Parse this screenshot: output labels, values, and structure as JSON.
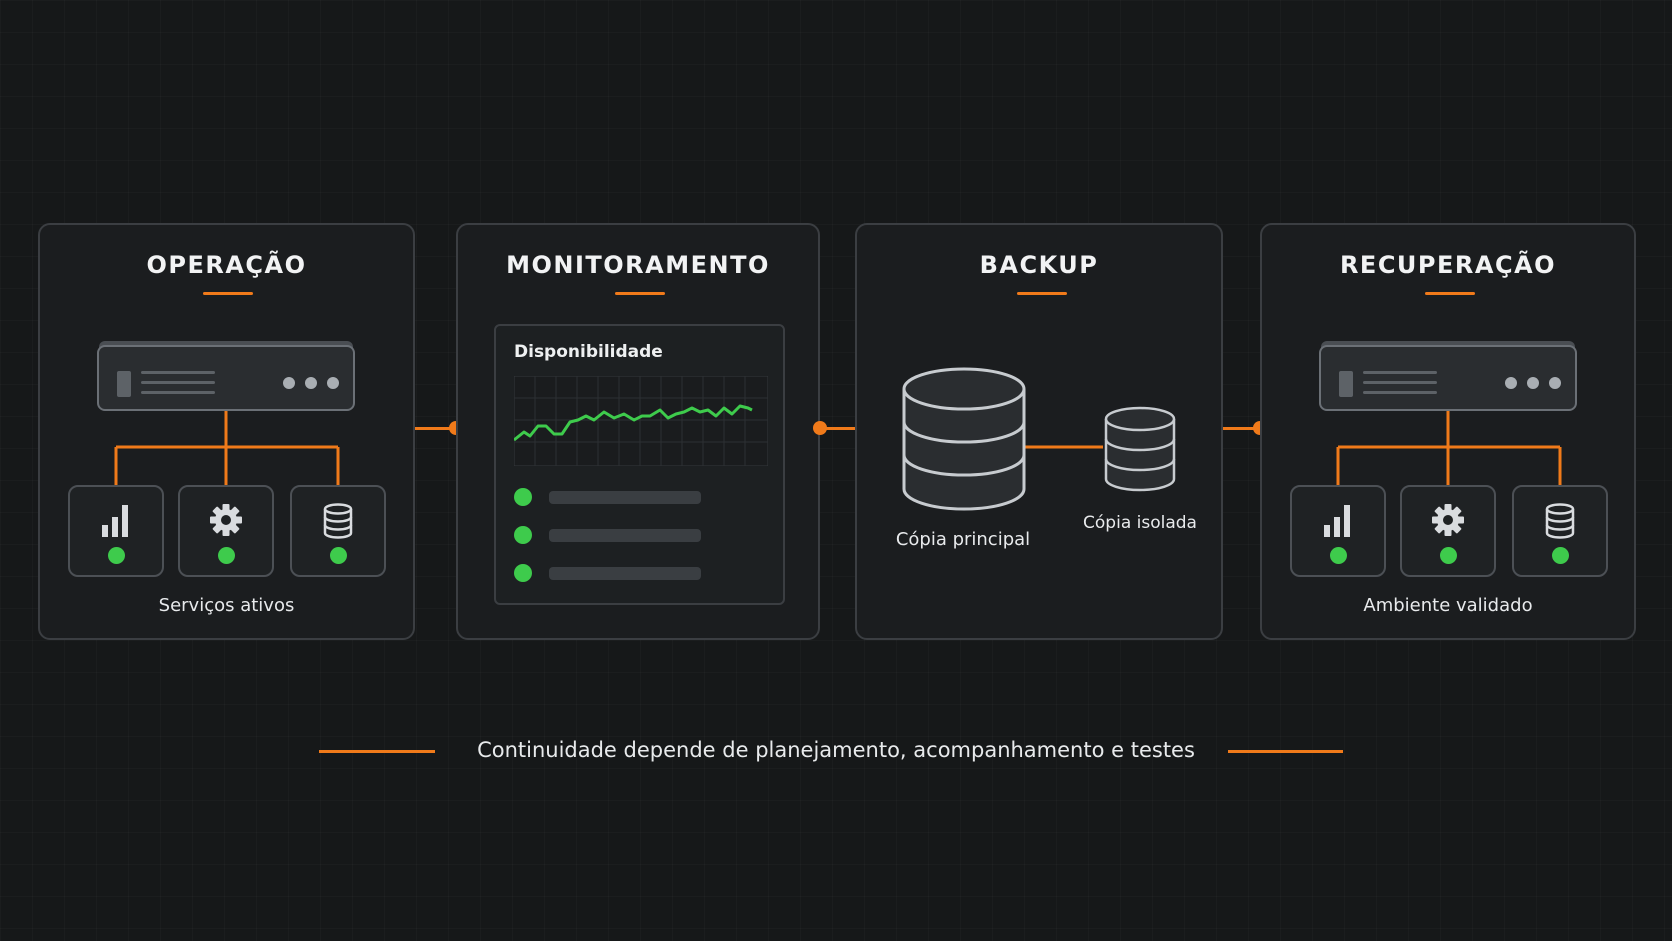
{
  "colors": {
    "accent": "#f07a1a",
    "status_ok": "#3ecb4c",
    "background": "#161819"
  },
  "panels": {
    "operacao": {
      "title": "OPERAÇÃO",
      "caption": "Serviços ativos",
      "services": [
        {
          "icon": "bar-chart-icon",
          "status": "active"
        },
        {
          "icon": "gear-icon",
          "status": "active"
        },
        {
          "icon": "database-icon",
          "status": "active"
        }
      ]
    },
    "monitoramento": {
      "title": "MONITORAMENTO",
      "card_title": "Disponibilidade",
      "list_items": 3
    },
    "backup": {
      "title": "BACKUP",
      "primary_label": "Cópia principal",
      "isolated_label": "Cópia isolada"
    },
    "recuperacao": {
      "title": "RECUPERAÇÃO",
      "caption": "Ambiente validado",
      "services": [
        {
          "icon": "bar-chart-icon",
          "status": "active"
        },
        {
          "icon": "gear-icon",
          "status": "active"
        },
        {
          "icon": "database-icon",
          "status": "active"
        }
      ]
    }
  },
  "footer": {
    "text": "Continuidade depende de planejamento, acompanhamento e testes"
  }
}
